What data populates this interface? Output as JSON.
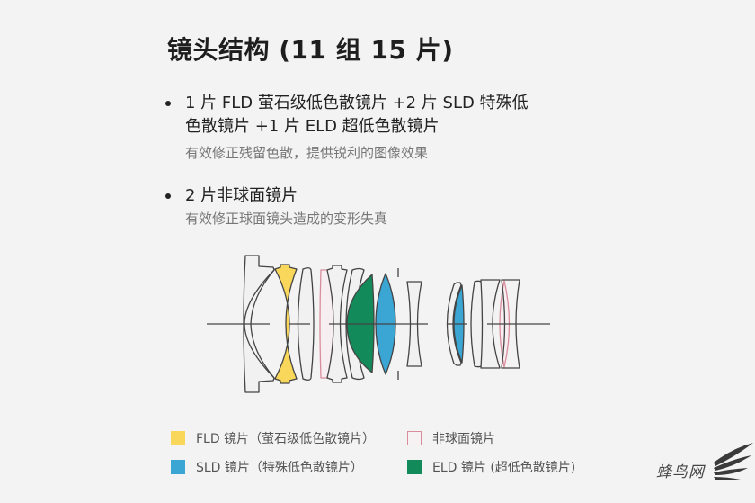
{
  "title": "镜头结构 (11 组 15 片)",
  "bullets": [
    {
      "main_line1": "1 片 FLD 萤石级低色散镜片 +2 片 SLD 特殊低",
      "main_line2": "色散镜片 +1 片 ELD 超低色散镜片",
      "sub": "有效修正残留色散，提供锐利的图像效果"
    },
    {
      "main_line1": "2 片非球面镜片",
      "sub": "有效修正球面镜头造成的变形失真"
    }
  ],
  "colors": {
    "fld": "#f9d75a",
    "sld": "#3ba6d4",
    "eld": "#128a5a",
    "aspherical": "#d98d9c",
    "outline": "#444444"
  },
  "legend": [
    {
      "label": "FLD 镜片（萤石级低色散镜片）",
      "type": "fld"
    },
    {
      "label": "非球面镜片",
      "type": "aspherical"
    },
    {
      "label": "SLD 镜片（特殊低色散镜片）",
      "type": "sld"
    },
    {
      "label": "ELD 镜片 (超低色散镜片)",
      "type": "eld"
    }
  ],
  "watermark": "蜂鸟网"
}
